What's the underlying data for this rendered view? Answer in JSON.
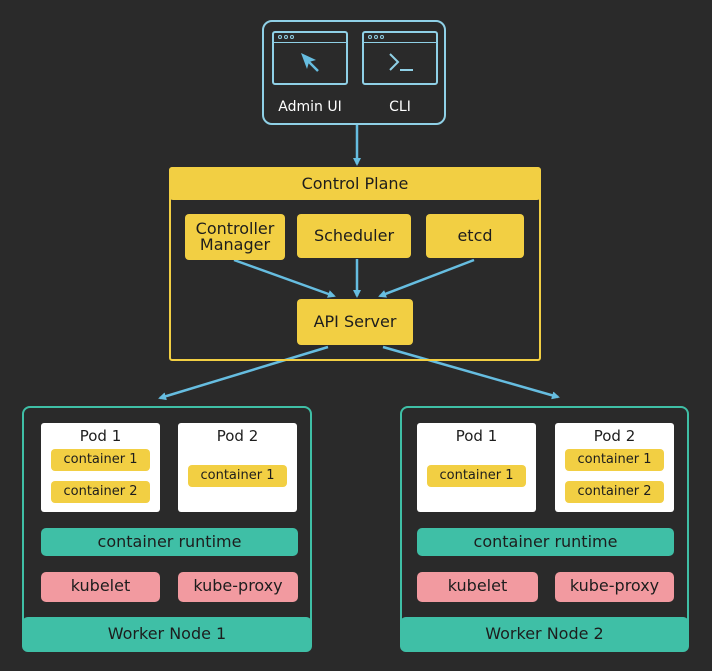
{
  "clients": {
    "admin_ui": "Admin UI",
    "cli": "CLI"
  },
  "control_plane": {
    "title": "Control Plane",
    "controller_manager": "Controller\nManager",
    "scheduler": "Scheduler",
    "etcd": "etcd",
    "api_server": "API Server"
  },
  "nodes": [
    {
      "title": "Worker Node 1",
      "pods": [
        {
          "name": "Pod 1",
          "containers": [
            "container 1",
            "container 2"
          ]
        },
        {
          "name": "Pod 2",
          "containers": [
            "container 1"
          ]
        }
      ],
      "runtime": "container runtime",
      "kubelet": "kubelet",
      "kube_proxy": "kube-proxy"
    },
    {
      "title": "Worker Node 2",
      "pods": [
        {
          "name": "Pod 1",
          "containers": [
            "container 1"
          ]
        },
        {
          "name": "Pod 2",
          "containers": [
            "container 1",
            "container 2"
          ]
        }
      ],
      "runtime": "container runtime",
      "kubelet": "kubelet",
      "kube_proxy": "kube-proxy"
    }
  ],
  "colors": {
    "background": "#2a2a2a",
    "client_line": "#8fd0e6",
    "control_plane": "#f2cf43",
    "node": "#3fbfa6",
    "agent": "#f29aa0",
    "arrow": "#66bde0"
  },
  "icons": [
    "cursor-icon",
    "terminal-prompt-icon"
  ]
}
